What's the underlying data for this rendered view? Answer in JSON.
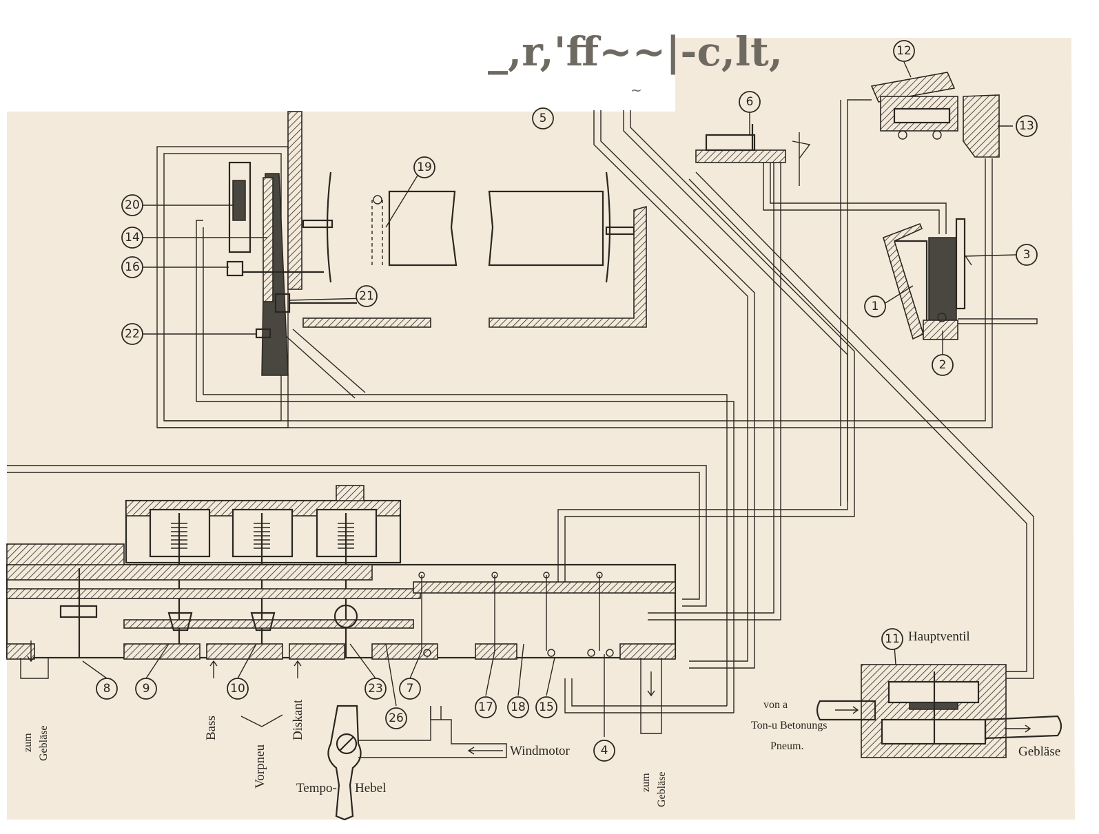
{
  "colors": {
    "paper": "#f3eadb",
    "ink": "#2a2620",
    "white": "#ffffff"
  },
  "header_glyphs": "_,r,'ff~~|-c,lt,",
  "callouts": [
    "1",
    "2",
    "3",
    "4",
    "5",
    "6",
    "7",
    "8",
    "9",
    "10",
    "11",
    "12",
    "13",
    "14",
    "15",
    "16",
    "17",
    "18",
    "19",
    "20",
    "21",
    "22",
    "23",
    "26"
  ],
  "labels": {
    "hauptventil": "Hauptventil",
    "windmotor": "Windmotor",
    "tempo": "Tempo-",
    "hebel": "Hebel",
    "bass": "Bass",
    "diskant": "Diskant",
    "vorpneu": "Vorpneu",
    "zum": "zum",
    "geblaese": "Gebläse",
    "geblaese_right": "Gebläse",
    "von_a": "von a",
    "ton_betonungs": "Ton-u Betonungs",
    "pneum": "Pneum."
  }
}
